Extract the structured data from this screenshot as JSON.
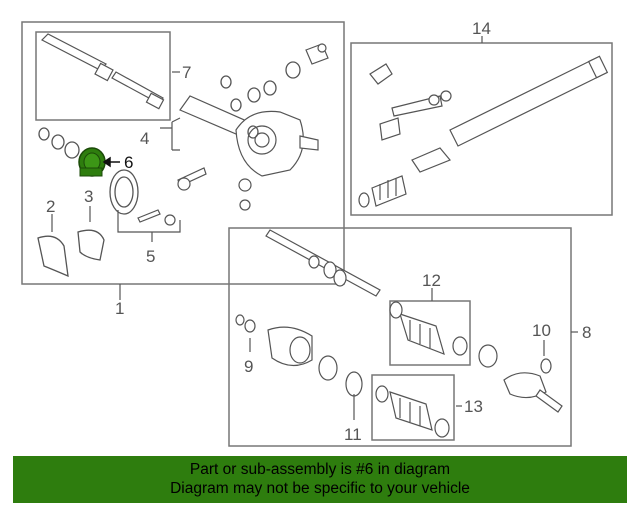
{
  "colors": {
    "highlight": "#2e7d0e",
    "line": "#777777",
    "banner_bg": "#2e7d0e",
    "banner_text": "#000000"
  },
  "callouts": {
    "c1": "1",
    "c2": "2",
    "c3": "3",
    "c4": "4",
    "c5": "5",
    "c6": "6",
    "c7": "7",
    "c8": "8",
    "c9": "9",
    "c10": "10",
    "c11": "11",
    "c12": "12",
    "c13": "13",
    "c14": "14"
  },
  "banner": {
    "line1": "Part or sub-assembly is #6 in diagram",
    "line2": "Diagram may not be specific to your vehicle"
  }
}
